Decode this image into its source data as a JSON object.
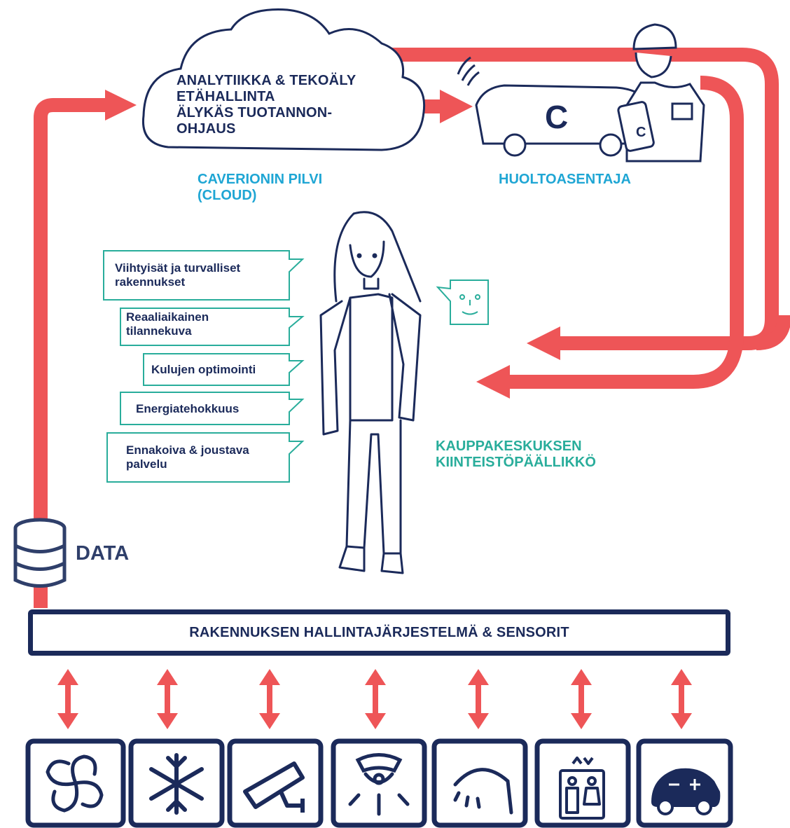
{
  "cloud": {
    "lines": [
      "ANALYTIIKKA & TEKOÄLY",
      "ETÄHALLINTA",
      "ÄLYKÄS TUOTANNON-",
      "OHJAUS"
    ],
    "label_line1": "CAVERIONIN PILVI",
    "label_line2": "(CLOUD)"
  },
  "technician": {
    "label": "HUOLTOASENTAJA"
  },
  "manager": {
    "label_line1": "KAUPPAKESKUKSEN",
    "label_line2": "KIINTEISTÖPÄÄLLIKKÖ"
  },
  "benefits": [
    {
      "line1": "Viihtyisät ja turvalliset",
      "line2": "rakennukset"
    },
    {
      "line1": "Reaaliaikainen",
      "line2": "tilannekuva"
    },
    {
      "line1": "Kulujen optimointi",
      "line2": ""
    },
    {
      "line1": "Energiatehokkuus",
      "line2": ""
    },
    {
      "line1": "Ennakoiva & joustava",
      "line2": "palvelu"
    }
  ],
  "data_label": "DATA",
  "system_bar": "RAKENNUKSEN HALLINTAJÄRJESTELMÄ & SENSORIT",
  "devices": [
    {
      "icon": "ventilation-fan-icon"
    },
    {
      "icon": "cooling-snowflake-icon"
    },
    {
      "icon": "security-camera-icon"
    },
    {
      "icon": "smoke-detector-icon"
    },
    {
      "icon": "lighting-lamp-icon"
    },
    {
      "icon": "elevator-icon"
    },
    {
      "icon": "electric-car-icon"
    }
  ],
  "colors": {
    "flow_arrow": "#ee5557",
    "navy": "#1b2a5a",
    "cyan_label": "#1fa6d4",
    "teal_label": "#29ad9b"
  }
}
